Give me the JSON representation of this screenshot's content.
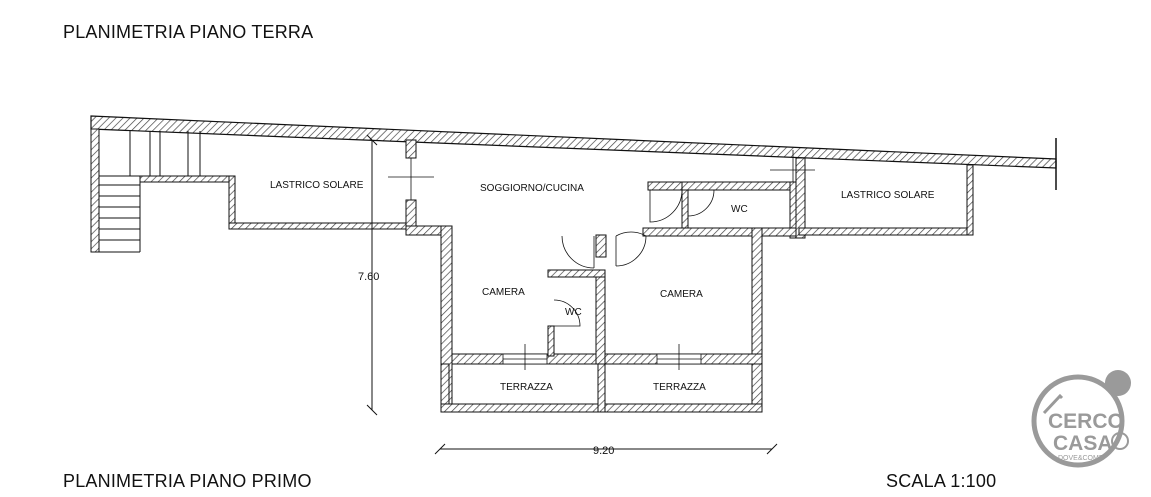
{
  "titles": {
    "top": "PLANIMETRIA PIANO TERRA",
    "bottom": "PLANIMETRIA PIANO PRIMO",
    "scale": "SCALA 1:100"
  },
  "rooms": {
    "lastrico_left": "LASTRICO SOLARE",
    "soggiorno": "SOGGIORNO/CUCINA",
    "wc_top": "WC",
    "lastrico_right": "LASTRICO SOLARE",
    "camera_left": "CAMERA",
    "wc_small": "WC",
    "camera_right": "CAMERA",
    "terrazza_left": "TERRAZZA",
    "terrazza_right": "TERRAZZA"
  },
  "dimensions": {
    "vertical": "7.60",
    "horizontal": "9.20"
  },
  "logo": {
    "line1": "CERCO",
    "line2": "CASA",
    "tagline": "DOVE&COME"
  },
  "colors": {
    "wall": "#111111",
    "hatch": "#444444",
    "logo": "#9a9a9a"
  }
}
